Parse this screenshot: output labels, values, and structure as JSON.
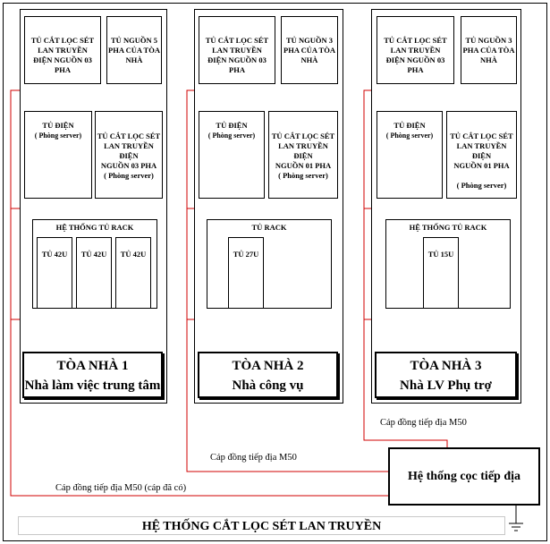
{
  "buildings": [
    {
      "surge_main": "TỦ CẮT LỌC SÉT\nLAN TRUYỀN\nĐIỆN NGUỒN 03 PHA",
      "source": "TỦ NGUỒN 5\nPHA CỦA TÒA\nNHÀ",
      "cabinet_title": "TỦ ĐIỆN",
      "cabinet_sub": "( Phòng server)",
      "surge_server": "TỦ CẮT LỌC SÉT\nLAN TRUYỀN ĐIỆN\nNGUỒN 03 PHA\n( Phòng server)",
      "rack_title": "HỆ THỐNG TỦ RACK",
      "racks": [
        "TỦ 42U",
        "TỦ 42U",
        "TỦ 42U"
      ],
      "name": "TÒA NHÀ 1",
      "desc": "Nhà làm việc trung tâm"
    },
    {
      "surge_main": "TỦ CẮT LỌC SÉT\nLAN TRUYỀN\nĐIỆN NGUỒN 03 PHA",
      "source": "TỦ NGUỒN 3\nPHA CỦA TÒA\nNHÀ",
      "cabinet_title": "TỦ ĐIỆN",
      "cabinet_sub": "( Phòng server)",
      "surge_server": "TỦ CẮT LỌC SÉT\nLAN TRUYỀN ĐIỆN\nNGUỒN 01 PHA\n( Phòng server)",
      "rack_title": "TỦ RACK",
      "racks": [
        "TỦ 27U"
      ],
      "name": "TÒA NHÀ 2",
      "desc": "Nhà công vụ"
    },
    {
      "surge_main": "TỦ CẮT LỌC SÉT\nLAN TRUYỀN\nĐIỆN NGUỒN 03 PHA",
      "source": "TỦ NGUỒN 3\nPHA CỦA TÒA\nNHÀ",
      "cabinet_title": "TỦ ĐIỆN",
      "cabinet_sub": "( Phòng server)",
      "surge_server": "TỦ CẮT LỌC SÉT\nLAN TRUYỀN ĐIỆN\nNGUỒN 01 PHA\n\n( Phòng server)",
      "rack_title": "HỆ THỐNG TỦ RACK",
      "racks": [
        "TỦ 15U"
      ],
      "name": "TÒA NHÀ 3",
      "desc": "Nhà LV Phụ trợ"
    }
  ],
  "wires": {
    "w3": "Cáp đồng tiếp địa M50",
    "w2": "Cáp đồng tiếp địa M50",
    "w1": "Cáp đồng tiếp địa M50 (cáp đã có)"
  },
  "grounding_box": "Hệ thống cọc tiếp địa",
  "footer_title": "HỆ THỐNG CẮT LỌC SÉT LAN TRUYỀN",
  "colors": {
    "wire": "#d00000",
    "line": "#000000"
  }
}
